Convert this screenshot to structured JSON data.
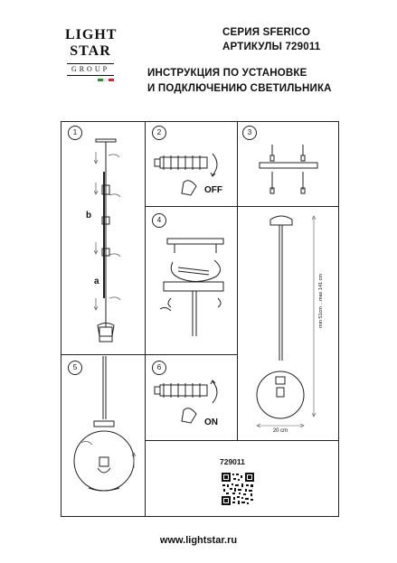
{
  "logo": {
    "line1": "LIGHT",
    "line2": "STAR",
    "line3": "GROUP",
    "flag_colors": [
      "#2e8b3a",
      "#ffffff",
      "#d6252c"
    ]
  },
  "header": {
    "series": "СЕРИЯ SFERICO",
    "article": "АРТИКУЛЫ 729011",
    "instruction_line1": "ИНСТРУКЦИЯ ПО УСТАНОВКЕ",
    "instruction_line2": "И ПОДКЛЮЧЕНИЮ СВЕТИЛЬНИКА"
  },
  "steps": {
    "s1": "1",
    "s2": "2",
    "s3": "3",
    "s4": "4",
    "s5": "5",
    "s6": "6"
  },
  "step1": {
    "label_b": "b",
    "label_a": "a"
  },
  "step2": {
    "switch_label": "OFF"
  },
  "step6": {
    "switch_label": "ON"
  },
  "dimensions": {
    "height": "min 51cm  ...max 141 cm",
    "width": "20 cm"
  },
  "article_number": "729011",
  "website": "www.lightstar.ru"
}
